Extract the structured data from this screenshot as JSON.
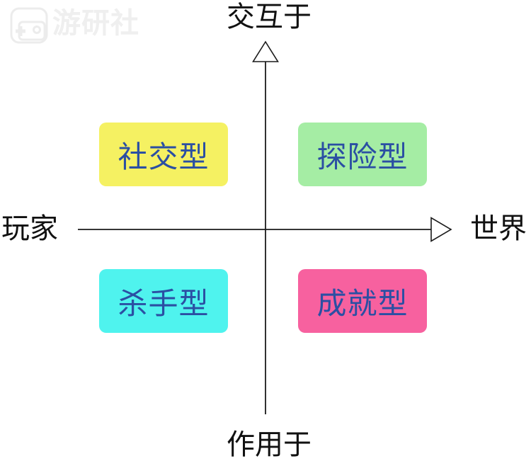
{
  "watermark": {
    "text": "游研社",
    "icon": "gamepad-icon",
    "color": "#efefef"
  },
  "diagram": {
    "axis_top_label": "交互于",
    "axis_bottom_label": "作用于",
    "axis_left_label": "玩家",
    "axis_right_label": "世界",
    "quadrants": [
      {
        "position": "top-left",
        "label": "社交型",
        "type": "socializer",
        "color": "#f5f162"
      },
      {
        "position": "top-right",
        "label": "探险型",
        "type": "explorer",
        "color": "#a5eda4"
      },
      {
        "position": "bottom-left",
        "label": "杀手型",
        "type": "killer",
        "color": "#4ff3ee"
      },
      {
        "position": "bottom-right",
        "label": "成就型",
        "type": "achiever",
        "color": "#f7619f"
      }
    ],
    "label_text_color": "#2b4fa3",
    "axis_color": "#1a1a1a"
  }
}
